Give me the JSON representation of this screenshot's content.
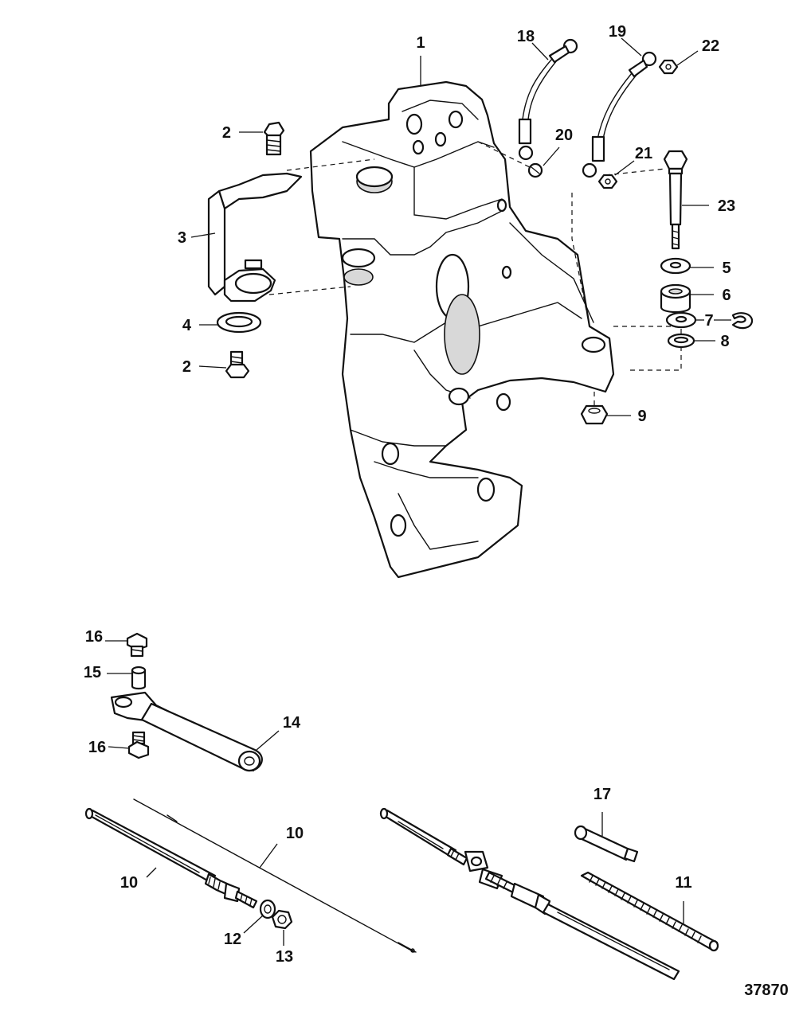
{
  "labels": {
    "l1": "1",
    "l2a": "2",
    "l2b": "2",
    "l3": "3",
    "l4": "4",
    "l5": "5",
    "l6": "6",
    "l7": "7",
    "l8": "8",
    "l9": "9",
    "l10a": "10",
    "l10b": "10",
    "l11": "11",
    "l12": "12",
    "l13": "13",
    "l14": "14",
    "l15": "15",
    "l16a": "16",
    "l16b": "16",
    "l17": "17",
    "l18": "18",
    "l19": "19",
    "l20": "20",
    "l21": "21",
    "l22": "22",
    "l23": "23"
  },
  "reference_number": "37870",
  "colors": {
    "line": "#111111",
    "background": "#ffffff"
  }
}
